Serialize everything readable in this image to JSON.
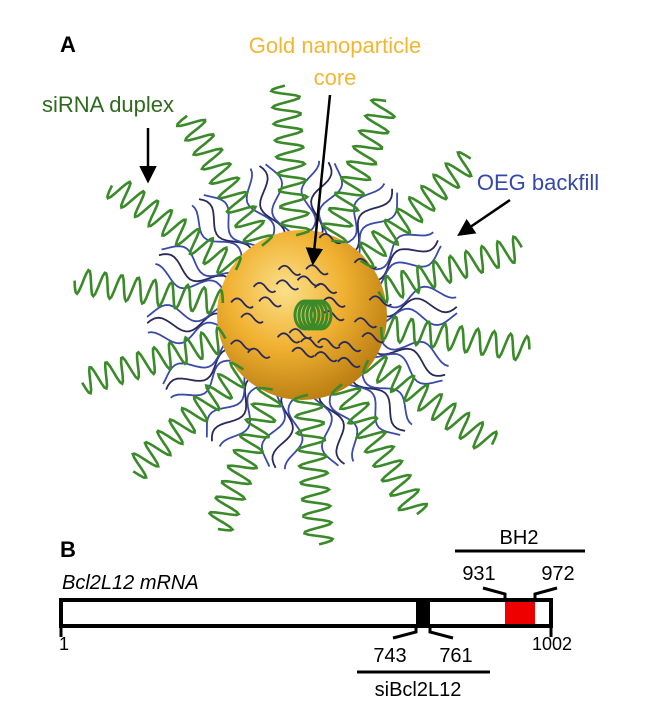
{
  "panel_a": {
    "panel_label": "A",
    "core_label_line1": "Gold nanoparticle",
    "core_label_line2": "core",
    "sirna_label": "siRNA duplex",
    "oeg_label": "OEG backfill",
    "colors": {
      "gold": "#f0b030",
      "sirna": "#3a8a2a",
      "oeg": "#3a4aa8",
      "core_text": "#f2b632",
      "sirna_text": "#2e6a1e",
      "oeg_text": "#3548a8"
    }
  },
  "panel_b": {
    "panel_label": "B",
    "mrna_label": "Bcl2L12 mRNA",
    "start": "1",
    "end": "1002",
    "sirna_start": "743",
    "sirna_end": "761",
    "sirna_name": "siBcl2L12",
    "bh2_start": "931",
    "bh2_end": "972",
    "bh2_name": "BH2",
    "colors": {
      "bh2": "#ee0000",
      "sirna_block": "#000000"
    }
  }
}
